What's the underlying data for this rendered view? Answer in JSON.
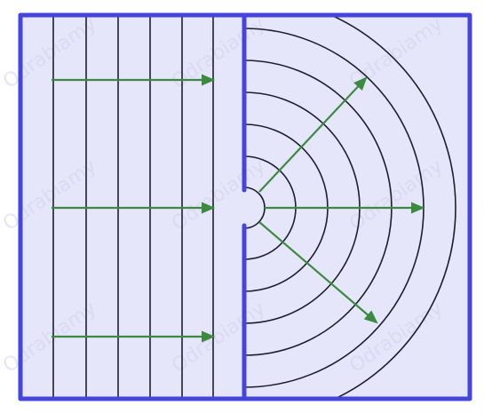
{
  "diagram": {
    "kind": "wave diffraction through a small opening in a barrier",
    "colors": {
      "background": "#ffffff",
      "water": "#e6e6fb",
      "tank_border": "#4545de",
      "barrier": "#4545de",
      "wavefront": "#1e1e2e",
      "ray": "#3b8a3f",
      "watermark": "#d2d2e8"
    },
    "plane_wavefront_count": 6,
    "circular_wavefront_count": 7,
    "incident_ray_count": 3,
    "diffracted_ray_count": 3,
    "watermark": {
      "text": "Odrabiamy",
      "icon": "hand-with-pencil-logo"
    }
  }
}
